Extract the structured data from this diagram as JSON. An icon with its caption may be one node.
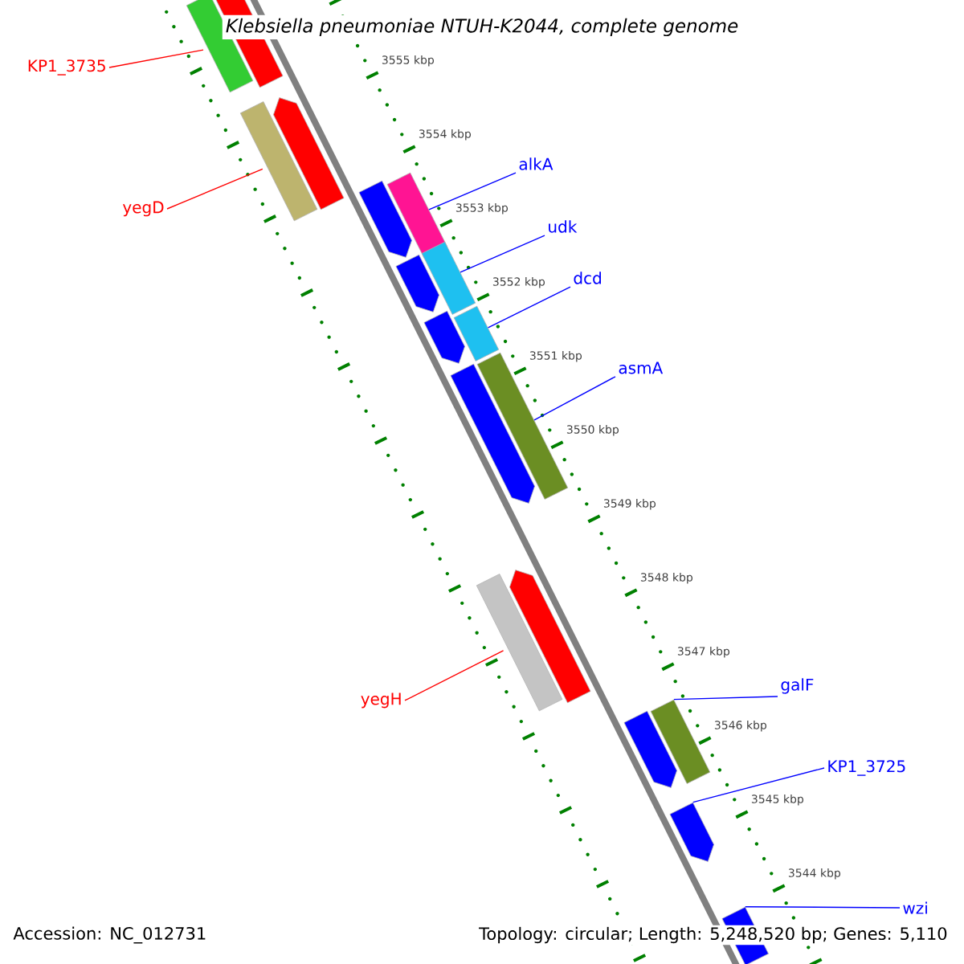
{
  "diagram": {
    "title": "Klebsiella pneumoniae NTUH-K2044, complete genome",
    "nodes": [
      {
        "text": [
          "KP1_3735"
        ]
      },
      {
        "text": [
          "yegD"
        ]
      },
      {
        "text": [
          "alkA"
        ]
      },
      {
        "text": [
          "udk"
        ]
      },
      {
        "text": [
          "dcd"
        ]
      },
      {
        "text": [
          "asmA"
        ]
      },
      {
        "text": [
          "yegH"
        ]
      },
      {
        "text": [
          "galF"
        ]
      },
      {
        "text": [
          "KP1_3725"
        ]
      },
      {
        "text": [
          "wzi"
        ]
      },
      {
        "text": [],
        "shape": "bar"
      },
      {
        "text": [],
        "shape": "bar"
      },
      {
        "text": [],
        "shape": "bar"
      },
      {
        "text": [],
        "shape": "pentagon"
      },
      {
        "text": [],
        "shape": "pentagon"
      },
      {
        "text": [],
        "shape": "bar"
      },
      {
        "text": [],
        "shape": "pentagon"
      },
      {
        "text": [],
        "shape": "bar"
      },
      {
        "text": [],
        "shape": "pentagon"
      },
      {
        "text": [],
        "shape": "bar"
      },
      {
        "text": [],
        "shape": "pentagon"
      },
      {
        "text": [],
        "shape": "bar"
      },
      {
        "text": [],
        "shape": "bar"
      },
      {
        "text": [],
        "shape": "pentagon"
      },
      {
        "text": [],
        "shape": "pentagon"
      },
      {
        "text": [],
        "shape": "bar"
      },
      {
        "text": [],
        "shape": "pentagon"
      },
      {
        "text": [],
        "shape": "bar"
      }
    ],
    "edges": [
      {
        "from": 0,
        "to": 10,
        "arrow": "none",
        "color": "#ff0000"
      },
      {
        "from": 1,
        "to": 12,
        "arrow": "none",
        "color": "#ff0000"
      },
      {
        "from": 2,
        "to": 15,
        "arrow": "none"
      },
      {
        "from": 3,
        "to": 17,
        "arrow": "none"
      },
      {
        "from": 4,
        "to": 19,
        "arrow": "none"
      },
      {
        "from": 5,
        "to": 21,
        "arrow": "none"
      },
      {
        "from": 6,
        "to": 22,
        "arrow": "none",
        "color": "#ff0000"
      },
      {
        "from": 7,
        "to": 25,
        "arrow": "none"
      },
      {
        "from": 8,
        "to": 26,
        "arrow": "none"
      },
      {
        "from": 9,
        "to": 27,
        "arrow": "none"
      }
    ],
    "labels": [
      "3555 kbp",
      "3554 kbp",
      "3553 kbp",
      "3552 kbp",
      "3551 kbp",
      "3550 kbp",
      "3549 kbp",
      "3548 kbp",
      "3547 kbp",
      "3546 kbp",
      "3545 kbp",
      "3544 kbp",
      "Accession: NC_012731",
      "Topology: circular; Length: 5,248,520 bp; Genes: 5,110"
    ]
  }
}
